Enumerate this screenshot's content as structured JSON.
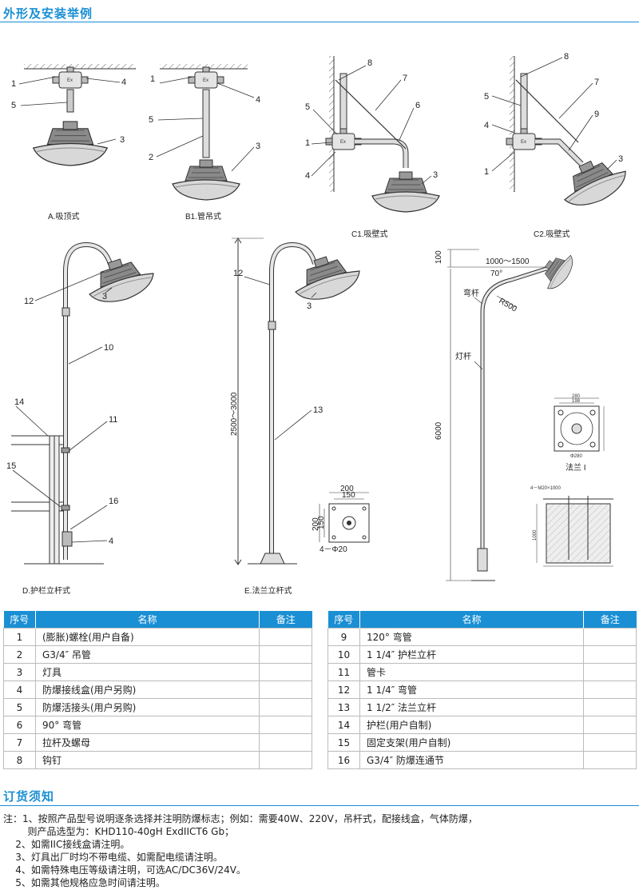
{
  "section1_title": "外形及安装举例",
  "captions": {
    "A": "A.吸顶式",
    "B1": "B1.管吊式",
    "C1": "C1.吸壁式",
    "C2": "C2.吸壁式",
    "D": "D.护栏立杆式",
    "E": "E.法兰立杆式",
    "flange": "法兰 I"
  },
  "callouts": {
    "A": [
      "1",
      "4",
      "5",
      "3"
    ],
    "B1": [
      "1",
      "4",
      "5",
      "2",
      "3"
    ],
    "C1": [
      "8",
      "7",
      "6",
      "5",
      "1",
      "4",
      "3"
    ],
    "C2": [
      "8",
      "7",
      "5",
      "9",
      "4",
      "1",
      "3"
    ],
    "D": [
      "12",
      "3",
      "10",
      "14",
      "11",
      "15",
      "16",
      "4"
    ],
    "E": [
      "12",
      "3",
      "13"
    ]
  },
  "dims": {
    "e_height": "2500～3000",
    "e_base_200_top": "200",
    "e_base_150_top": "150",
    "e_base_200_side": "200",
    "e_base_150_side": "150",
    "e_holes": "4－Φ20",
    "street_100": "100",
    "street_reach": "1000～1500",
    "street_angle": "70°",
    "street_radius": "R500",
    "street_arm": "弯杆",
    "street_pole": "灯杆",
    "street_height": "6000"
  },
  "table_headers": {
    "no": "序号",
    "name": "名称",
    "remark": "备注"
  },
  "table_left": [
    {
      "no": "1",
      "name": "(膨胀)螺栓(用户自备)"
    },
    {
      "no": "2",
      "name": "G3/4″ 吊管"
    },
    {
      "no": "3",
      "name": "灯具"
    },
    {
      "no": "4",
      "name": "防爆接线盒(用户另购)"
    },
    {
      "no": "5",
      "name": "防爆活接头(用户另购)"
    },
    {
      "no": "6",
      "name": "90° 弯管"
    },
    {
      "no": "7",
      "name": "拉杆及螺母"
    },
    {
      "no": "8",
      "name": "钩钉"
    }
  ],
  "table_right": [
    {
      "no": "9",
      "name": "120° 弯管"
    },
    {
      "no": "10",
      "name": "1 1/4″ 护栏立杆"
    },
    {
      "no": "11",
      "name": "管卡"
    },
    {
      "no": "12",
      "name": "1 1/4″ 弯管"
    },
    {
      "no": "13",
      "name": "1 1/2″ 法兰立杆"
    },
    {
      "no": "14",
      "name": "护栏(用户自制)"
    },
    {
      "no": "15",
      "name": "固定支架(用户自制)"
    },
    {
      "no": "16",
      "name": "G3/4″ 防爆连通节"
    }
  ],
  "section2_title": "订货须知",
  "notes": [
    "注：1、按照产品型号说明逐条选择并注明防爆标志；例如：需要40W、220V，吊杆式，配接线盒，气体防爆，",
    "        则产品选型为：KHD110-40gH ExdIICT6 Gb；",
    "    2、如需IIC接线盒请注明。",
    "    3、灯具出厂时均不带电缆、如需配电缆请注明。",
    "    4、如需特殊电压等级请注明，可选AC/DC36V/24V。",
    "    5、如需其他规格应急时间请注明。"
  ]
}
